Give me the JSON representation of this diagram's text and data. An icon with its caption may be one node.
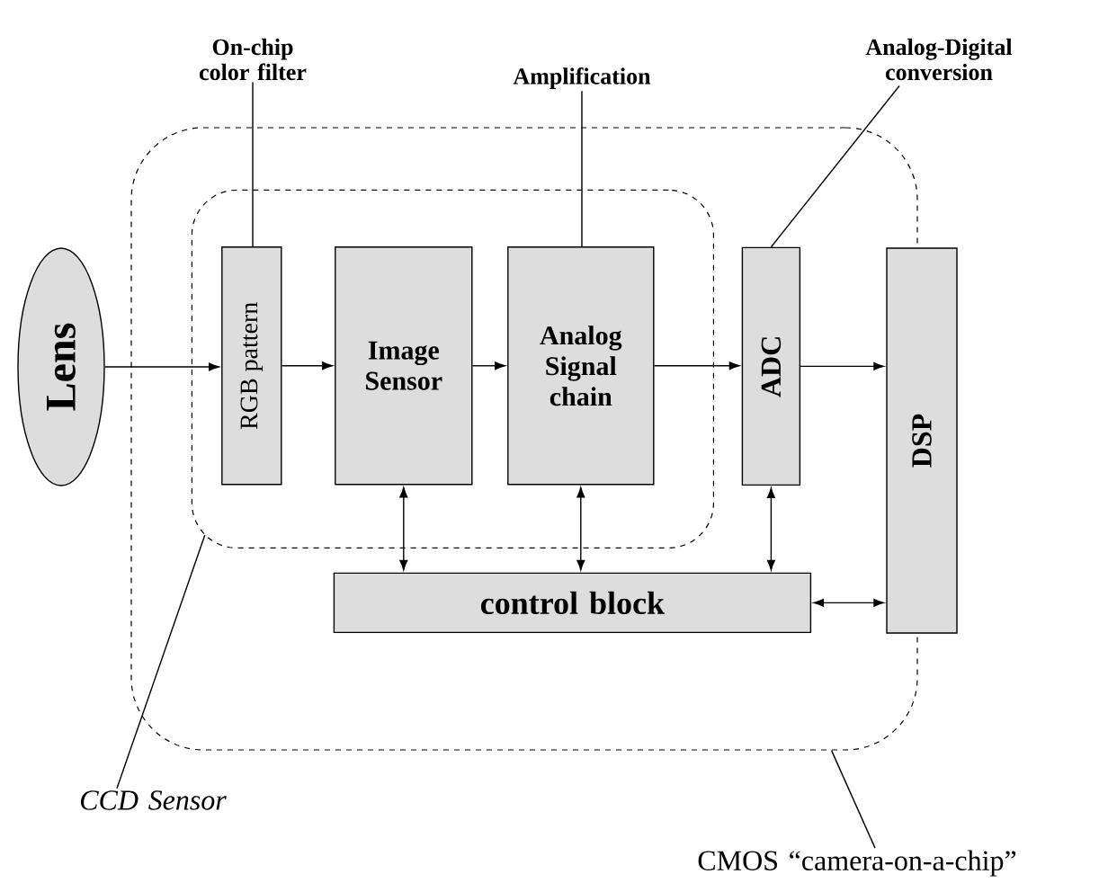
{
  "diagram": {
    "nodes": [
      {
        "text": [
          "On-chip color filter"
        ]
      },
      {
        "text": [
          "Amplification"
        ]
      },
      {
        "text": [
          "Analog-Digital conversion"
        ]
      },
      {
        "text": [],
        "shape": "box"
      },
      {
        "text": [],
        "shape": "box",
        "in": 3
      },
      {
        "text": [
          "Lens"
        ]
      },
      {
        "text": [
          "RGB pattern"
        ],
        "in": 4
      },
      {
        "text": [
          "Image Sensor"
        ],
        "in": 4
      },
      {
        "text": [
          "Analog Signal chain"
        ],
        "in": 4
      },
      {
        "text": [
          "ADC"
        ],
        "in": 3
      },
      {
        "text": [
          "DSP"
        ]
      },
      {
        "text": [
          "control block"
        ],
        "in": 3
      },
      {
        "text": [
          "CCD Sensor"
        ]
      },
      {
        "text": [
          "CMOS “camera-on-a-chip”"
        ]
      }
    ],
    "edges": [
      {
        "from": 0,
        "to": 6,
        "arrow": "none"
      },
      {
        "from": 1,
        "to": 8,
        "arrow": "none"
      },
      {
        "from": 2,
        "to": 9,
        "arrow": "none"
      },
      {
        "from": 12,
        "to": 4,
        "arrow": "none"
      },
      {
        "from": 13,
        "to": 3,
        "arrow": "none"
      },
      {
        "from": 5,
        "to": 6,
        "arrow": "to"
      },
      {
        "from": 6,
        "to": 7,
        "arrow": "to"
      },
      {
        "from": 7,
        "to": 8,
        "arrow": "to"
      },
      {
        "from": 8,
        "to": 9,
        "arrow": "to"
      },
      {
        "from": 9,
        "to": 10,
        "arrow": "to"
      },
      {
        "from": 7,
        "to": 11,
        "arrow": "both"
      },
      {
        "from": 8,
        "to": 11,
        "arrow": "both"
      },
      {
        "from": 9,
        "to": 11,
        "arrow": "both"
      },
      {
        "from": 11,
        "to": 10,
        "arrow": "both"
      }
    ]
  }
}
